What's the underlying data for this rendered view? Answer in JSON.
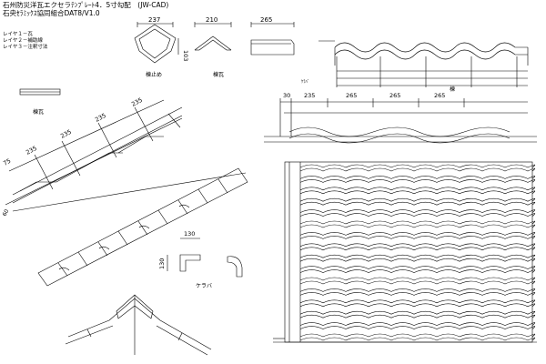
{
  "header": {
    "title_line1": "石州防災洋瓦エクセラﾃﾝﾌﾟﾚｰﾄ4．5寸勾配　(JW-CAD)",
    "title_line2": "石央ｾﾗﾐｯｸｽ協同組合DAT8/V1.0"
  },
  "layers": {
    "l1": "レイヤ１－瓦",
    "l2": "レイヤ２－補助線",
    "l3": "レイヤ３－注釈寸法"
  },
  "labels": {
    "ridge_stopper": "棟止め",
    "ridge_tile": "棟瓦",
    "ridge_tile_left": "棟瓦",
    "keraba": "ケラバ",
    "keraba_small": "ｹﾗﾊﾞ",
    "ridge_elev": "棟"
  },
  "dims": {
    "d237": "237",
    "d210": "210",
    "d265_top": "265",
    "d103": "103",
    "d130_h": "130",
    "d130_v": "130",
    "elev_30": "30",
    "elev_235": "235",
    "elev_265a": "265",
    "elev_265b": "265",
    "elev_265c": "265",
    "sec_75": "75",
    "sec_235a": "235",
    "sec_235b": "235",
    "sec_235c": "235",
    "sec_235d": "235",
    "sec_60": "60"
  }
}
